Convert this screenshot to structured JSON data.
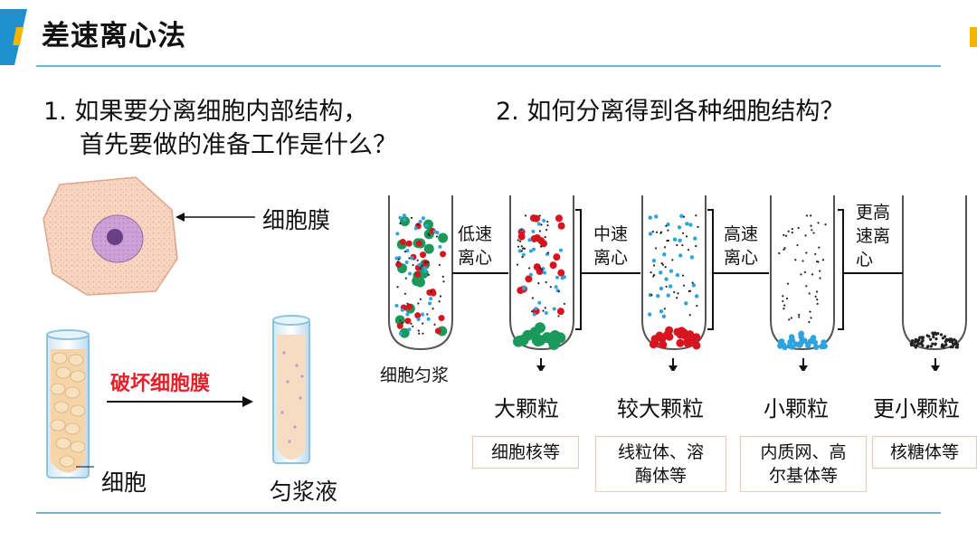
{
  "header": {
    "title": "差速离心法"
  },
  "questions": {
    "q1_line1": "1. 如果要分离细胞内部结构，",
    "q1_line2": "首先要做的准备工作是什么？",
    "q2": "2. 如何分离得到各种细胞结构？"
  },
  "left_panel": {
    "membrane_label": "细胞膜",
    "cell_label": "细胞",
    "action_label": "破坏细胞膜",
    "homogenate_label": "匀浆液"
  },
  "centrifuge": {
    "homogenate_label": "细胞匀浆",
    "steps": [
      {
        "line1": "低速",
        "line2": "离心"
      },
      {
        "line1": "中速",
        "line2": "离心"
      },
      {
        "line1": "高速",
        "line2": "离心"
      },
      {
        "line1": "更高",
        "line2": "速离",
        "line3": "心"
      }
    ],
    "results": [
      {
        "size": "大颗粒",
        "organelles_line1": "细胞核等",
        "organelles_line2": ""
      },
      {
        "size": "较大颗粒",
        "organelles_line1": "线粒体、溶",
        "organelles_line2": "酶体等"
      },
      {
        "size": "小颗粒",
        "organelles_line1": "内质网、高",
        "organelles_line2": "尔基体等"
      },
      {
        "size": "更小颗粒",
        "organelles_line1": "核糖体等",
        "organelles_line2": ""
      }
    ]
  },
  "colors": {
    "accent_blue": "#1f8fd0",
    "accent_yellow": "#f4b400",
    "rule": "#6fb6d9",
    "warning_red": "#e8202a",
    "particle_green": "#1a9a5a",
    "particle_red": "#d8141f",
    "particle_blue": "#2ea3e0",
    "particle_black": "#222222"
  }
}
